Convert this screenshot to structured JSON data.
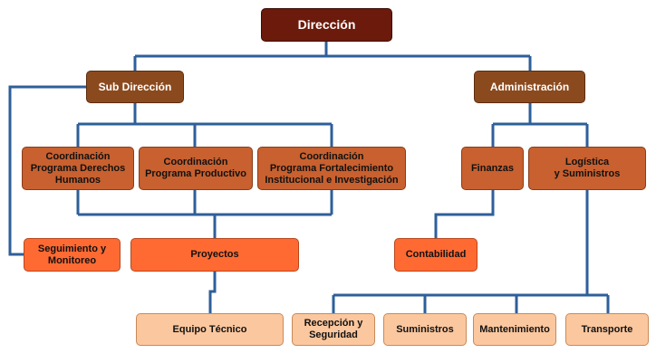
{
  "org": {
    "direccion": "Dirección",
    "sub_direccion": "Sub Dirección",
    "administracion": "Administración",
    "coord_derechos": "Coordinación\nPrograma Derechos\nHumanos",
    "coord_productivo": "Coordinación\nPrograma Productivo",
    "coord_fortalecimiento": "Coordinación\nPrograma Fortalecimiento\nInstitucional e Investigación",
    "finanzas": "Finanzas",
    "logistica": "Logística\ny Suministros",
    "seguimiento": "Seguimiento y\nMonitoreo",
    "proyectos": "Proyectos",
    "contabilidad": "Contabilidad",
    "equipo_tecnico": "Equipo Técnico",
    "recepcion": "Recepción y\nSeguridad",
    "suministros": "Suministros",
    "mantenimiento": "Mantenimiento",
    "transporte": "Transporte"
  },
  "colors": {
    "connector": "#2e5f9a",
    "level0": "#6b1a0c",
    "level1": "#8b4a1e",
    "level2": "#c8602f",
    "level3": "#ff6a33",
    "level4": "#fbc79e"
  }
}
